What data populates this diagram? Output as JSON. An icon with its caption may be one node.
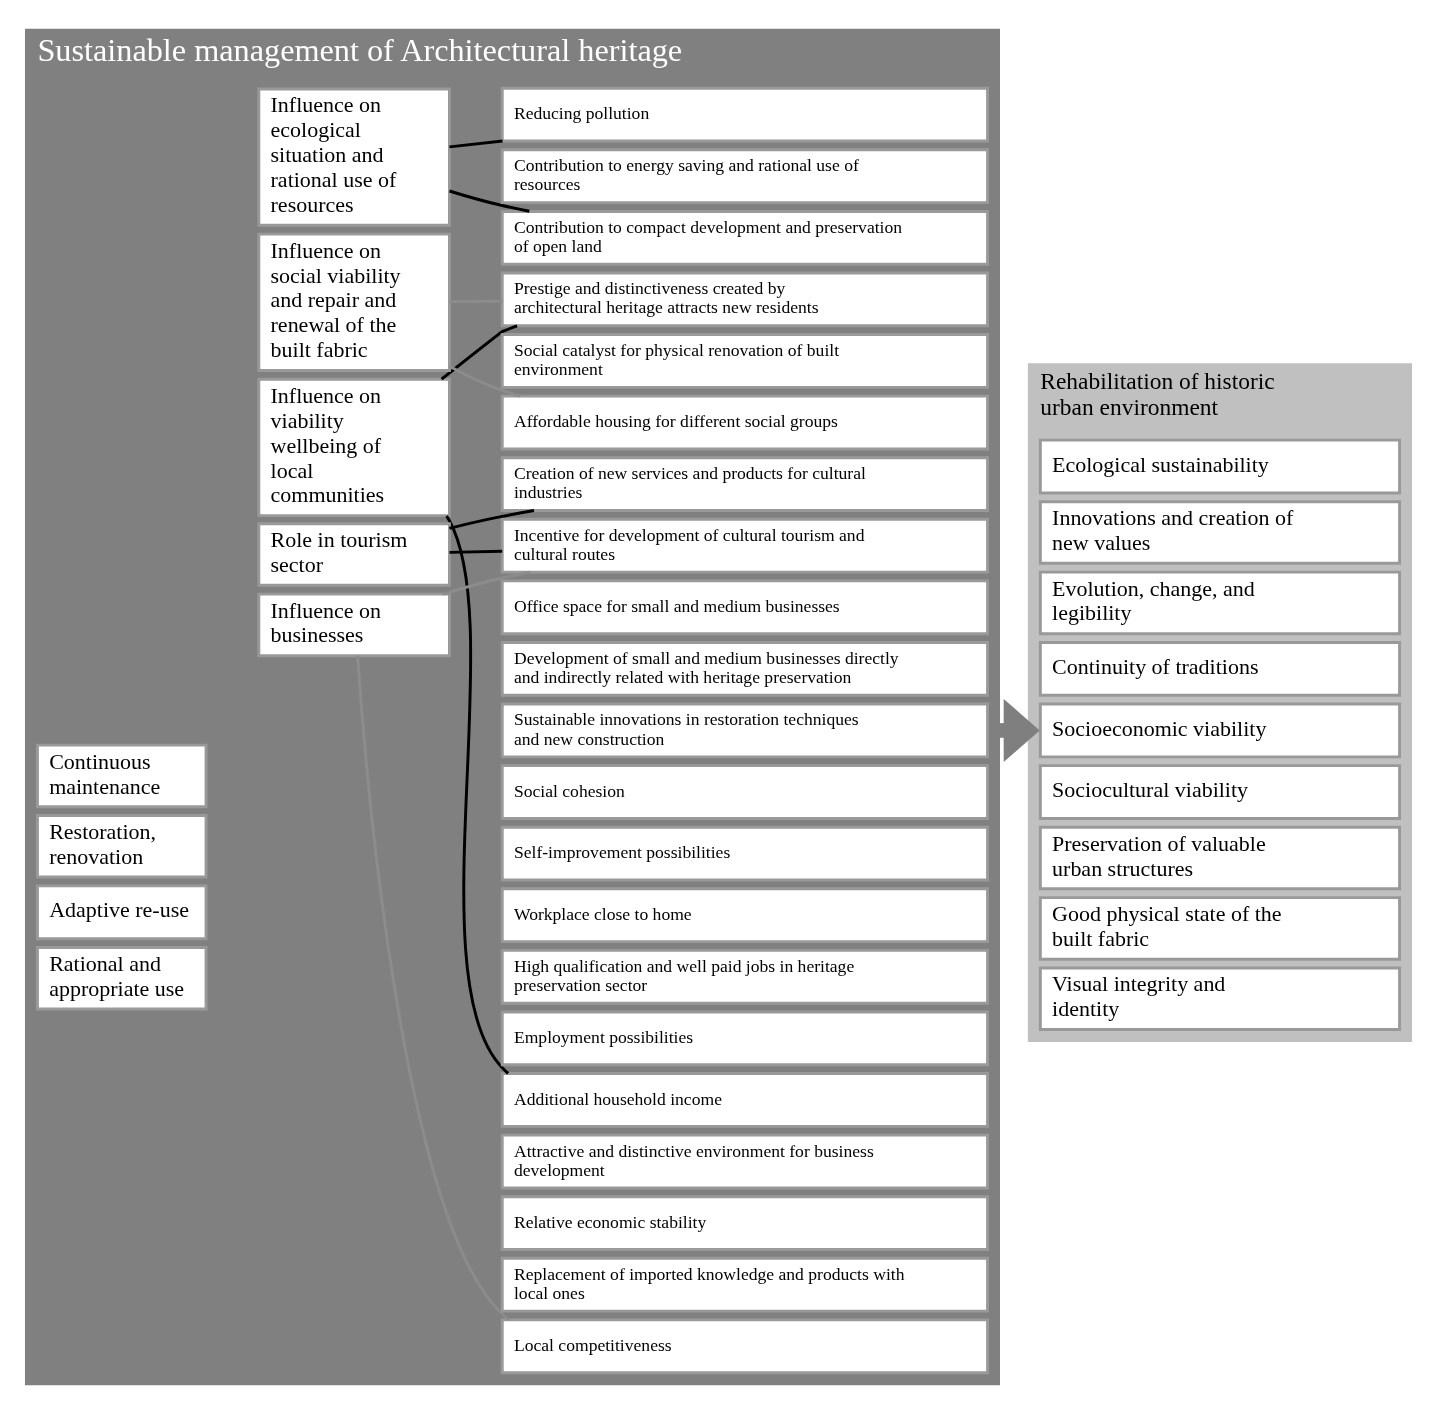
{
  "diagram": {
    "nodes": [
      {
        "text": [
          "Sustainable management of Architectural heritage"
        ]
      },
      {
        "text": [
          "Rational and appropriate use"
        ],
        "in": 0
      },
      {
        "text": [
          "Adaptive re-use"
        ],
        "in": 0
      },
      {
        "text": [
          "Restoration, renovation"
        ],
        "in": 0
      },
      {
        "text": [
          "Continuous maintenance"
        ],
        "in": 0
      },
      {
        "text": [
          "Influence on viability wellbeing of local communities"
        ],
        "in": 0
      },
      {
        "text": [
          "Influence on businesses"
        ],
        "in": 0
      },
      {
        "text": [
          "Role in tourism sector"
        ],
        "in": 0
      },
      {
        "text": [
          "Influence on social viability and repair and renewal of the built fabric"
        ],
        "in": 0
      },
      {
        "text": [
          "Influence on ecological situation and rational use of resources"
        ],
        "in": 0
      },
      {
        "text": [
          "Additional household income"
        ],
        "in": 0
      },
      {
        "text": [
          "Employment possibilities"
        ],
        "in": 0
      },
      {
        "text": [
          "High qualification and well paid jobs in heritage preservation sector"
        ],
        "in": 0
      },
      {
        "text": [
          "Workplace close to home"
        ],
        "in": 0
      },
      {
        "text": [
          "Self-improvement possibilities"
        ],
        "in": 0
      },
      {
        "text": [
          "Social cohesion"
        ],
        "in": 0
      },
      {
        "text": [
          "Local competitiveness"
        ],
        "in": 0
      },
      {
        "text": [
          "Replacement of imported knowledge and products with local ones"
        ],
        "in": 0
      },
      {
        "text": [
          "Relative economic stability"
        ],
        "in": 0
      },
      {
        "text": [
          "Attractive and distinctive environment for business development"
        ],
        "in": 0
      },
      {
        "text": [
          "Sustainable innovations in restoration techniques and new construction"
        ],
        "in": 0
      },
      {
        "text": [
          "Development of small and medium businesses directly and indirectly related with heritage preservation"
        ],
        "in": 0
      },
      {
        "text": [
          "Office space for small and medium businesses"
        ],
        "in": 0
      },
      {
        "text": [
          "Creation of new services and products for cultural industries"
        ],
        "in": 0
      },
      {
        "text": [
          "Incentive for development of cultural tourism and cultural routes"
        ],
        "in": 0
      },
      {
        "text": [
          "Affordable housing for different social groups"
        ],
        "in": 0
      },
      {
        "text": [
          "Social catalyst for physical renovation of built environment"
        ],
        "in": 0
      },
      {
        "text": [
          "Prestige and distinctiveness created by architectural heritage attracts new residents"
        ],
        "in": 0
      },
      {
        "text": [
          "Contribution to compact development and preservation of open land"
        ],
        "in": 0
      },
      {
        "text": [
          "Contribution to energy saving and rational use of resources"
        ],
        "in": 0
      },
      {
        "text": [
          "Reducing pollution"
        ],
        "in": 0
      },
      {
        "text": [
          "Rehabilitation of historic urban environment"
        ]
      },
      {
        "text": [
          "Visual integrity and identity"
        ],
        "in": 31
      },
      {
        "text": [
          "Good physical state of the built fabric"
        ],
        "in": 31
      },
      {
        "text": [
          "Preservation of valuable urban structures"
        ],
        "in": 31
      },
      {
        "text": [
          "Sociocultural viability"
        ],
        "in": 31
      },
      {
        "text": [
          "Socioeconomic viability"
        ],
        "in": 31
      },
      {
        "text": [
          "Continuity of traditions"
        ],
        "in": 31
      },
      {
        "text": [
          "Evolution, change, and legibility"
        ],
        "in": 31
      },
      {
        "text": [
          "Innovations and creation of new values"
        ],
        "in": 31
      },
      {
        "text": [
          "Ecological sustainability"
        ],
        "in": 31
      }
    ],
    "edges": [
      {
        "from": 5,
        "to": 10,
        "arrow": "none"
      },
      {
        "from": 5,
        "to": 27,
        "arrow": "none"
      },
      {
        "from": 6,
        "to": 16,
        "arrow": "none",
        "color": "#8c8c8c"
      },
      {
        "from": 6,
        "to": 24,
        "arrow": "none",
        "color": "#8c8c8c"
      },
      {
        "from": 7,
        "to": 23,
        "arrow": "none"
      },
      {
        "from": 7,
        "to": 24,
        "arrow": "none"
      },
      {
        "from": 8,
        "to": 25,
        "arrow": "none",
        "color": "#8c8c8c"
      },
      {
        "from": 8,
        "to": 27,
        "arrow": "none",
        "color": "#8c8c8c"
      },
      {
        "from": 9,
        "to": 28,
        "arrow": "none"
      },
      {
        "from": 9,
        "to": 30,
        "arrow": "none"
      },
      {
        "from": 0,
        "to": 31,
        "arrow": "to",
        "style": "thick",
        "color": "#7f7f7f"
      }
    ]
  }
}
